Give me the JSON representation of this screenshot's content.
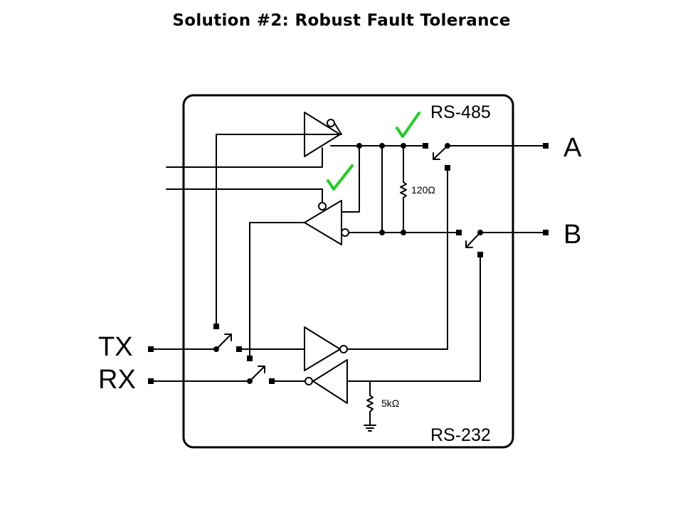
{
  "title": "Solution #2: Robust Fault Tolerance",
  "labels": {
    "rs485": "RS-485",
    "rs232": "RS-232",
    "pin_a": "A",
    "pin_b": "B",
    "pin_tx": "TX",
    "pin_rx": "RX",
    "termination_resistor": "120Ω",
    "bias_resistor": "5kΩ"
  },
  "colors": {
    "ink": "#000000",
    "checkmark": "#22cc22"
  },
  "icons": [
    "checkmark-icon",
    "switch-icon",
    "resistor-icon",
    "ground-icon",
    "inverter-buffer-icon"
  ]
}
